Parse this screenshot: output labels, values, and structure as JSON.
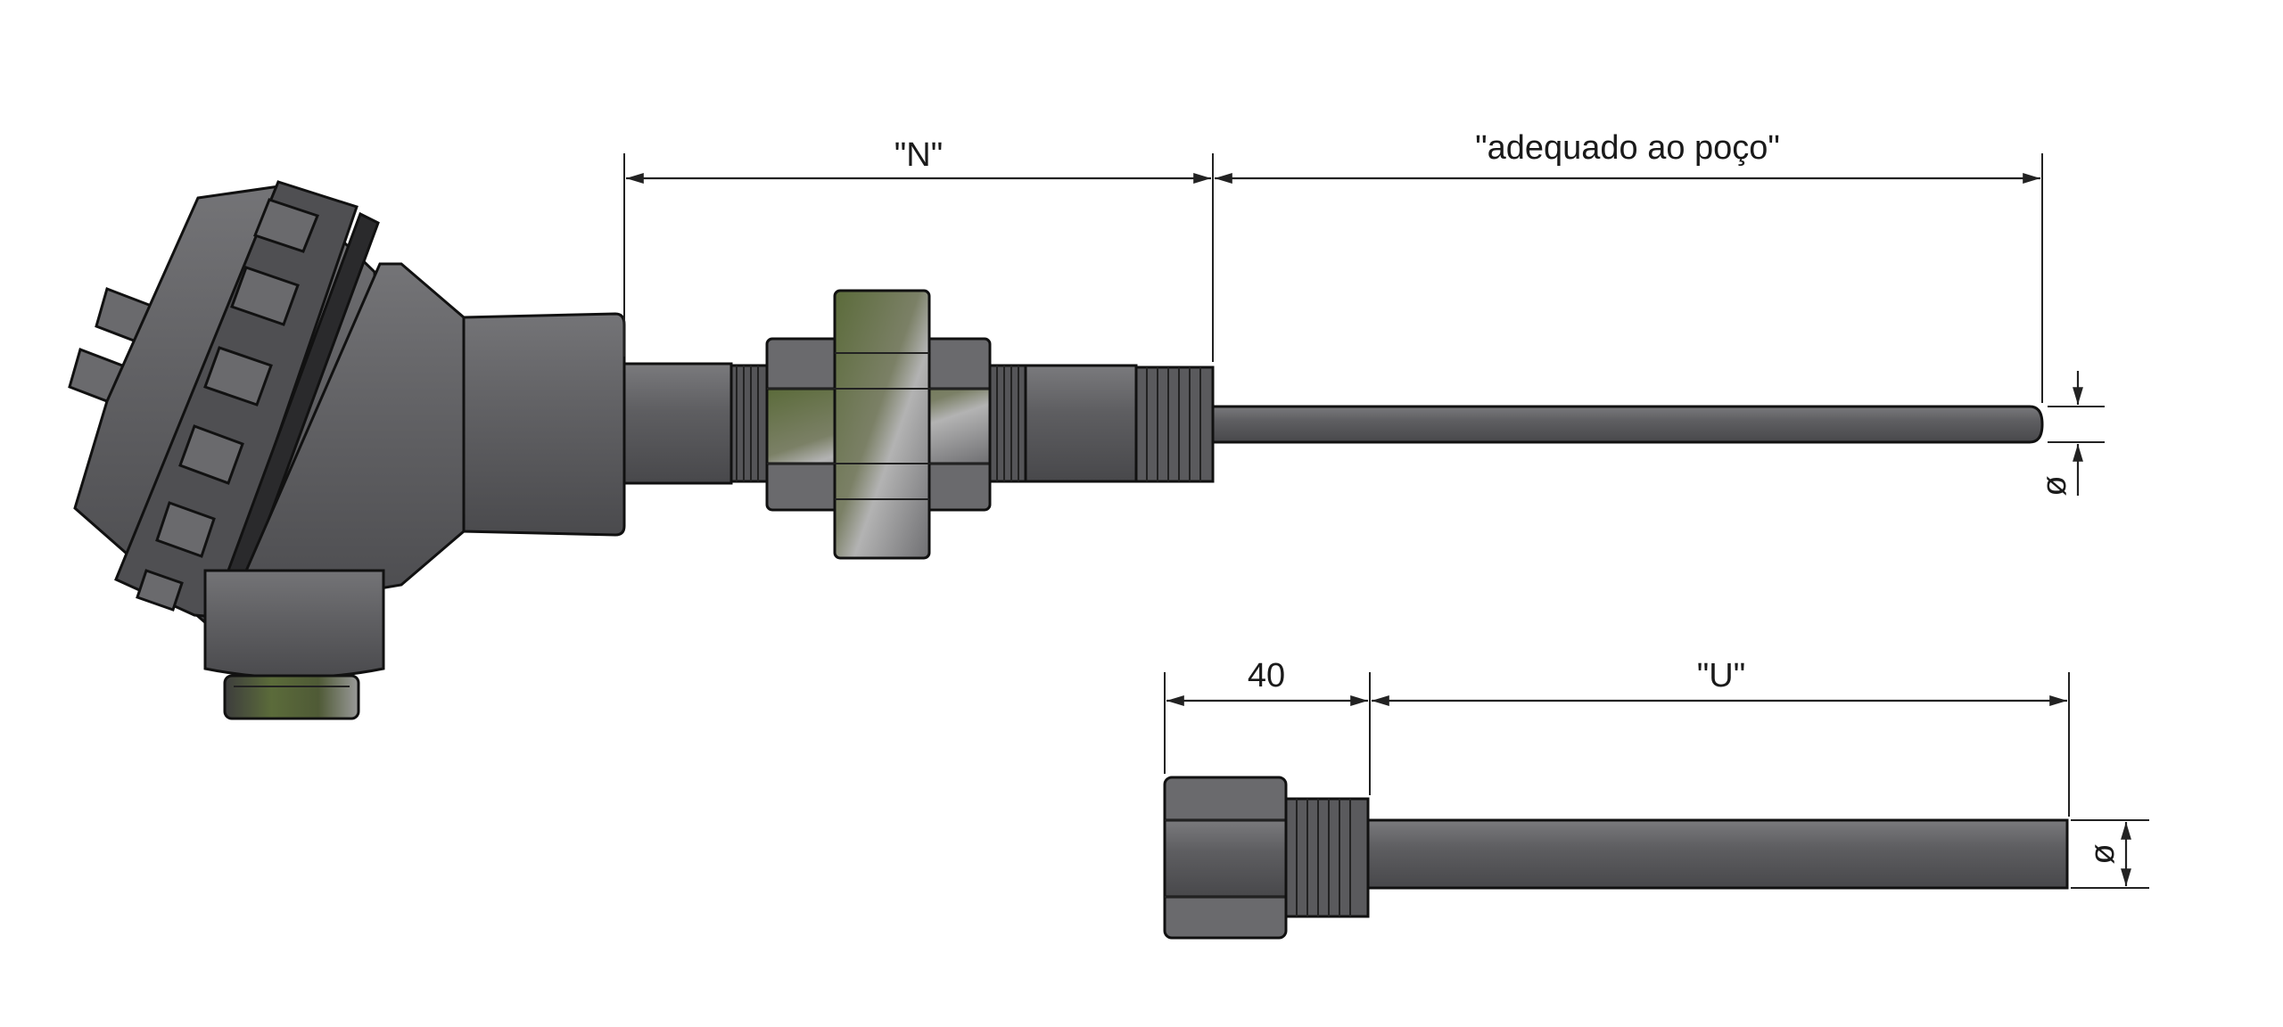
{
  "dimensions": {
    "n_label": "\"N\"",
    "suitable_label": "\"adequado ao poço\"",
    "shoulder_label": "40",
    "u_label": "\"U\"",
    "diameter_top": "ø",
    "diameter_bottom": "ø"
  },
  "colors": {
    "body_gray": "#5e5e61",
    "dark_gray": "#4a4a4d",
    "light_gray": "#8a8a8c",
    "highlight_gray": "#a6a6a8",
    "olive_accent": "#5b6b3a",
    "line": "#222222"
  }
}
